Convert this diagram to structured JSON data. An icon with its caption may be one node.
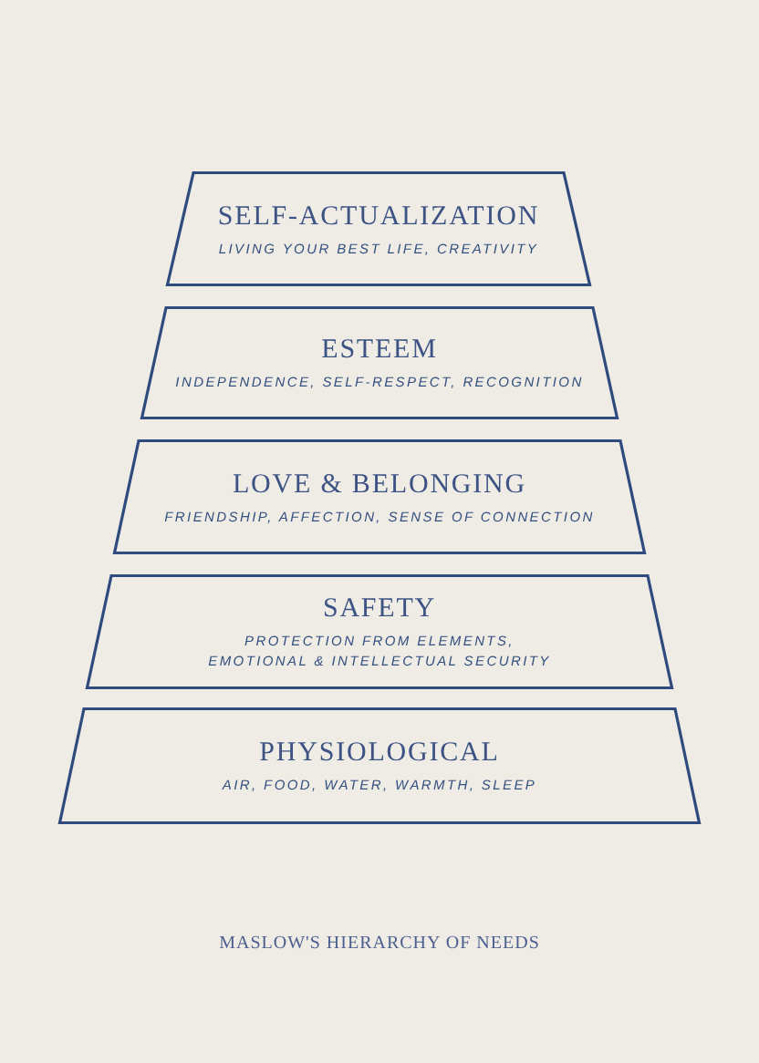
{
  "diagram": {
    "caption": "MASLOW'S HIERARCHY OF NEEDS",
    "nodes": [
      {
        "text": [
          "SELF-ACTUALIZATION",
          "LIVING YOUR BEST LIFE, CREATIVITY"
        ]
      },
      {
        "text": [
          "ESTEEM",
          "INDEPENDENCE, SELF-RESPECT, RECOGNITION"
        ]
      },
      {
        "text": [
          "LOVE & BELONGING",
          "FRIENDSHIP, AFFECTION, SENSE OF CONNECTION"
        ]
      },
      {
        "text": [
          "SAFETY",
          "PROTECTION FROM ELEMENTS, EMOTIONAL & INTELLECTUAL SECURITY"
        ]
      },
      {
        "text": [
          "PHYSIOLOGICAL",
          "AIR, FOOD, WATER, WARMTH, SLEEP"
        ]
      }
    ]
  }
}
